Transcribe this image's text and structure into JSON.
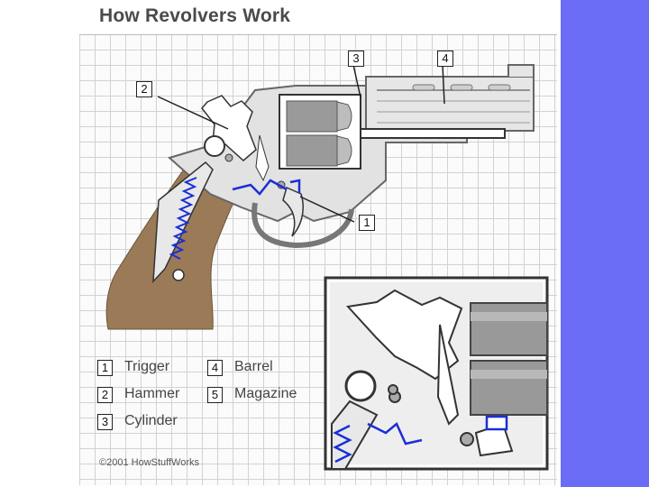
{
  "title": "How Revolvers Work",
  "callouts": [
    "1",
    "2",
    "3",
    "4"
  ],
  "legend": [
    {
      "num": "1",
      "label": "Trigger"
    },
    {
      "num": "2",
      "label": "Hammer"
    },
    {
      "num": "3",
      "label": "Cylinder"
    },
    {
      "num": "4",
      "label": "Barrel"
    },
    {
      "num": "5",
      "label": "Magazine"
    }
  ],
  "copyright": "©2001 HowStuffWorks",
  "colors": {
    "background": "#6a6cf5",
    "grip": "#9b7a58",
    "spring": "#1a2fd6",
    "gun_outline": "#666666"
  }
}
